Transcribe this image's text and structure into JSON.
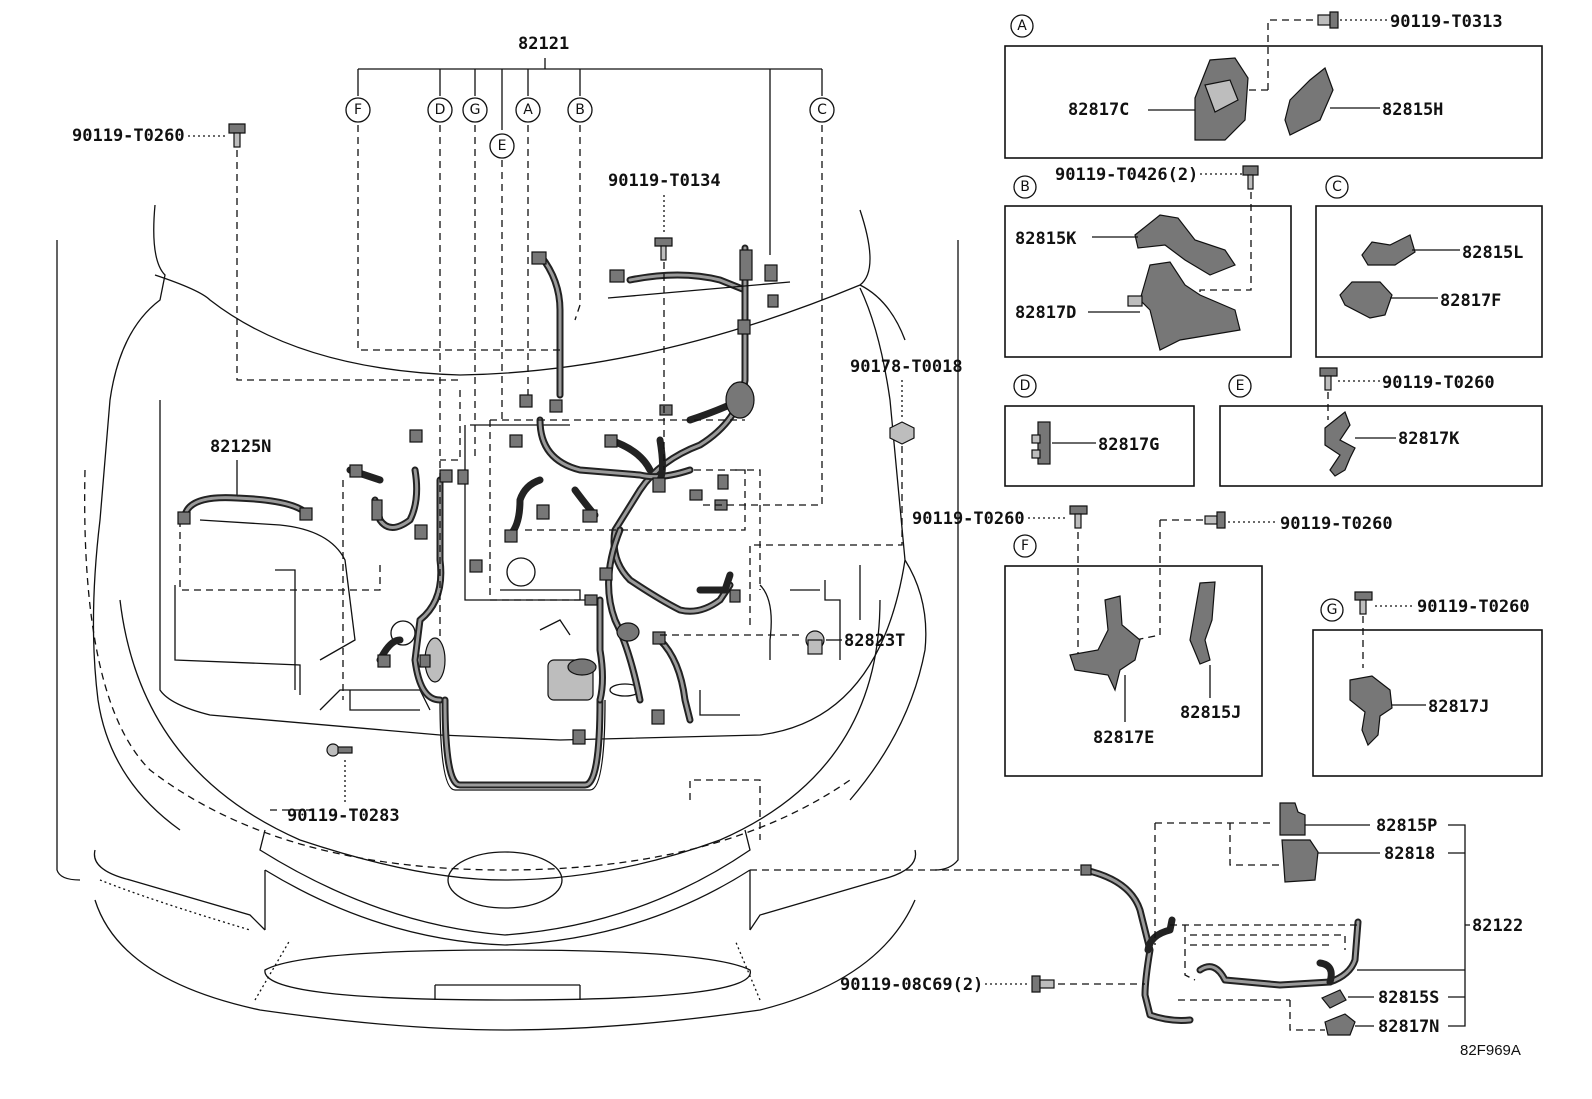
{
  "main_harness": {
    "number": "82121",
    "branch_labels": [
      "F",
      "D",
      "G",
      "A",
      "B",
      "C",
      "E"
    ]
  },
  "parts": {
    "bolt_upper_left": "90119-T0260",
    "bolt_center": "90119-T0134",
    "nut_right": "90178-T0018",
    "sub_harness_left": "82125N",
    "sensor_right": "82823T",
    "bolt_lower": "90119-T0283",
    "front_harness": "82122",
    "front_bolt": "90119-08C69(2)",
    "front_p": "82815P",
    "front_8": "82818",
    "front_s": "82815S",
    "front_n": "82817N"
  },
  "detail_boxes": {
    "A": {
      "badge": "A",
      "bolt": "90119-T0313",
      "parts": [
        "82817C",
        "82815H"
      ]
    },
    "B": {
      "badge": "B",
      "bolt": "90119-T0426(2)",
      "parts": [
        "82815K",
        "82817D"
      ]
    },
    "C": {
      "badge": "C",
      "parts": [
        "82815L",
        "82817F"
      ]
    },
    "D": {
      "badge": "D",
      "parts": [
        "82817G"
      ]
    },
    "E": {
      "badge": "E",
      "bolt": "90119-T0260",
      "parts": [
        "82817K"
      ]
    },
    "F": {
      "badge": "F",
      "bolt_left": "90119-T0260",
      "bolt_right": "90119-T0260",
      "parts": [
        "82817E",
        "82815J"
      ]
    },
    "G": {
      "badge": "G",
      "bolt": "90119-T0260",
      "parts": [
        "82817J"
      ]
    }
  },
  "figure_code": "82F969A"
}
